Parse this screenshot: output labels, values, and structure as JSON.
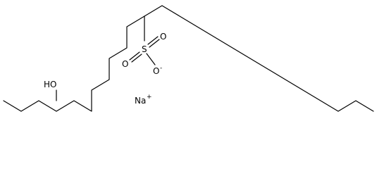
{
  "molecule": {
    "hydroxyl_label": "HO",
    "sulfur_label": "S",
    "oxygen_label": "O",
    "oxide_charge": "-",
    "sodium_label": "Na",
    "sodium_charge": "+",
    "stroke_color": "#000000",
    "background": "#ffffff"
  }
}
